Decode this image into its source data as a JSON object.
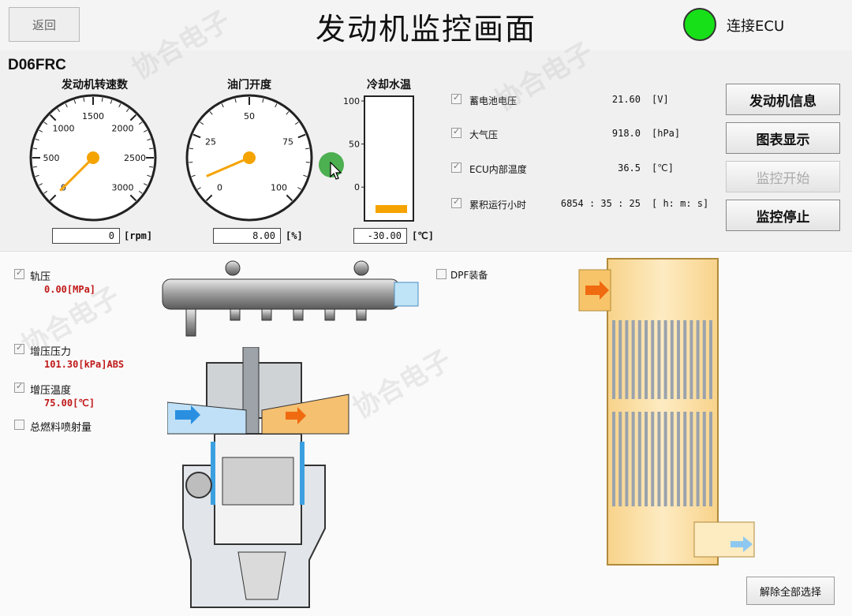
{
  "header": {
    "back_label": "返回",
    "title": "发动机监控画面",
    "ecu_label": "连接ECU",
    "ecu_color": "#18e018"
  },
  "model": "D06FRC",
  "gauges": {
    "rpm": {
      "title": "发动机转速数",
      "ticks": [
        "0",
        "500",
        "1000",
        "1500",
        "2000",
        "2500",
        "3000"
      ],
      "value": "0",
      "unit": "[rpm]",
      "needle_value": 0
    },
    "throttle": {
      "title": "油门开度",
      "ticks": [
        "0",
        "25",
        "50",
        "75",
        "100"
      ],
      "value": "8.00",
      "unit": "[%]",
      "needle_value": 8
    },
    "coolant": {
      "title": "冷却水温",
      "ticks": [
        "100",
        "50",
        "0"
      ],
      "value": "-30.00",
      "unit": "[℃]",
      "level_value": -30,
      "bar_color": "#f5a300"
    }
  },
  "readouts": [
    {
      "label": "蓄电池电压",
      "value": "21.60",
      "unit": "[V]",
      "checked": true
    },
    {
      "label": "大气压",
      "value": "918.0",
      "unit": "[hPa]",
      "checked": true
    },
    {
      "label": "ECU内部温度",
      "value": "36.5",
      "unit": "[℃]",
      "checked": true
    },
    {
      "label": "累积运行小时",
      "value": "6854 : 35 : 25",
      "unit": "[ h: m: s]",
      "checked": true
    }
  ],
  "buttons": {
    "engine_info": "发动机信息",
    "chart_display": "图表显示",
    "monitor_start": "监控开始",
    "monitor_stop": "监控停止",
    "clear_all": "解除全部选择"
  },
  "sensors": [
    {
      "label": "轨压",
      "value": "0.00[MPa]",
      "checked": true
    },
    {
      "label": "增压压力",
      "value": "101.30[kPa]ABS",
      "checked": true
    },
    {
      "label": "增压温度",
      "value": "75.00[℃]",
      "checked": true
    },
    {
      "label": "总燃料喷射量",
      "value": "",
      "checked": false
    }
  ],
  "dpf": {
    "label": "DPF装备",
    "checked": false
  },
  "watermark": "协合电子",
  "icons": {
    "cursor": "mouse-pointer-icon",
    "status": "status-dot-icon"
  }
}
